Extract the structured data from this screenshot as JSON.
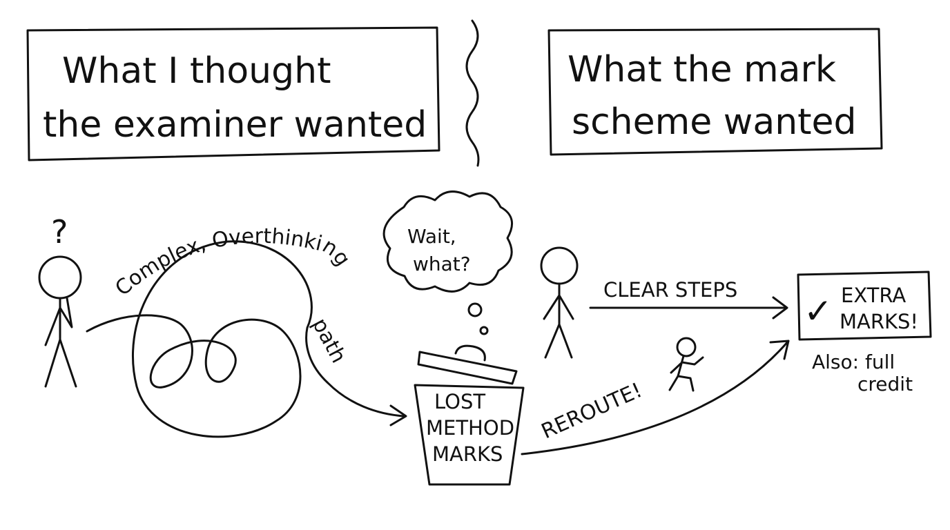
{
  "panels": {
    "left_title": [
      "What I thought",
      "the examiner wanted"
    ],
    "right_title": [
      "What the mark",
      "scheme wanted"
    ]
  },
  "left_scene": {
    "question_mark": "?",
    "path_label_arc": "Complex, Overthinking",
    "path_label_tail": "path"
  },
  "middle_scene": {
    "thought_bubble": [
      "Wait,",
      "what?"
    ],
    "trash_can_label": [
      "LOST",
      "METHOD",
      "MARKS"
    ],
    "reroute_label": "REROUTE!"
  },
  "right_scene": {
    "arrow_label": "CLEAR STEPS",
    "result_box": {
      "check_mark": "✓",
      "text": [
        "EXTRA",
        "MARKS!"
      ]
    },
    "note": [
      "Also: full",
      "credit"
    ]
  }
}
